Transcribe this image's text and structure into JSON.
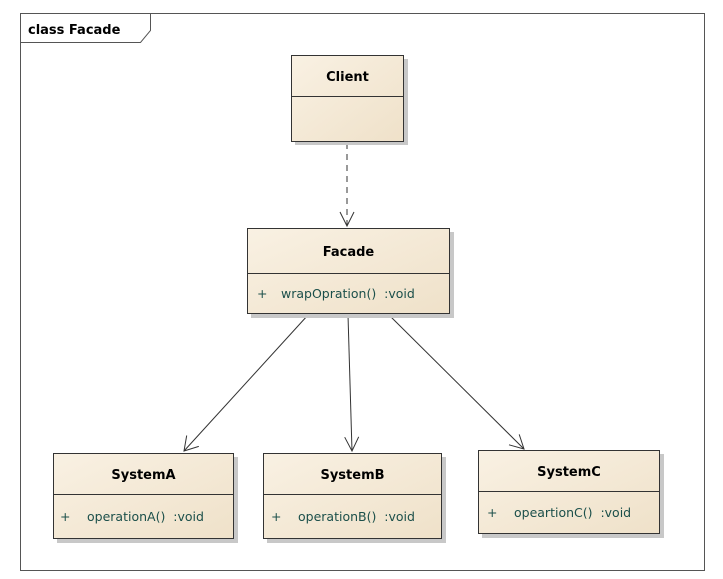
{
  "frame": {
    "title": "class Facade"
  },
  "classes": {
    "client": {
      "name": "Client",
      "operations": []
    },
    "facade": {
      "name": "Facade",
      "operations": [
        {
          "visibility": "+",
          "signature": "wrapOpration()  :void"
        }
      ]
    },
    "systemA": {
      "name": "SystemA",
      "operations": [
        {
          "visibility": "+",
          "signature": "operationA()  :void"
        }
      ]
    },
    "systemB": {
      "name": "SystemB",
      "operations": [
        {
          "visibility": "+",
          "signature": "operationB()  :void"
        }
      ]
    },
    "systemC": {
      "name": "SystemC",
      "operations": [
        {
          "visibility": "+",
          "signature": "opeartionC()  :void"
        }
      ]
    }
  },
  "relations": [
    {
      "from": "Client",
      "to": "Facade",
      "kind": "dependency"
    },
    {
      "from": "Facade",
      "to": "SystemA",
      "kind": "association"
    },
    {
      "from": "Facade",
      "to": "SystemB",
      "kind": "association"
    },
    {
      "from": "Facade",
      "to": "SystemC",
      "kind": "association"
    }
  ]
}
